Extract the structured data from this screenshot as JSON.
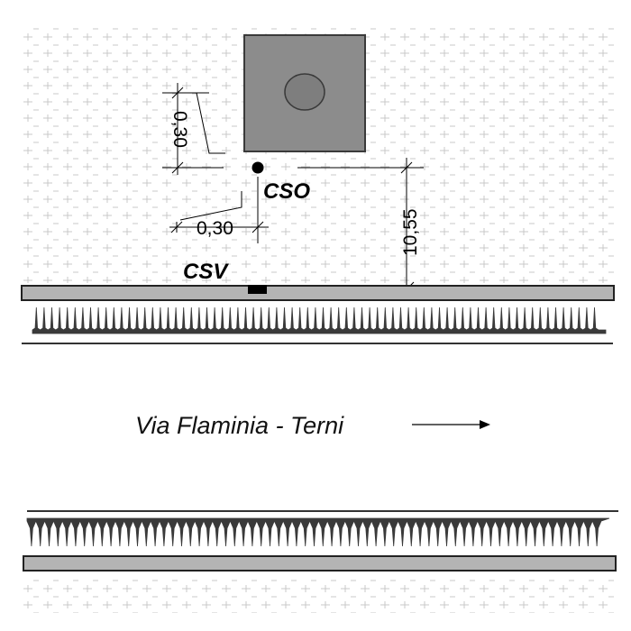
{
  "labels": {
    "cso": "CSO",
    "csv": "CSV",
    "dim_vertical_offset": "0,30",
    "dim_horizontal_offset": "0,30",
    "dim_distance": "10,55",
    "street": "Via Flaminia  -  Terni"
  },
  "colors": {
    "building_fill": "#8c8c8c",
    "building_stroke": "#3a3a3a",
    "manhole_fill": "#7e7e7e",
    "curb_fill": "#b4b4b4",
    "curb_stroke": "#222222",
    "grass": "#3a3a3a",
    "pattern": "#c8c8c8",
    "line": "#000000"
  },
  "icons": {
    "cso_marker": "filled-circle",
    "csv_marker": "filled-rectangle",
    "direction_arrow": "arrow-right"
  }
}
